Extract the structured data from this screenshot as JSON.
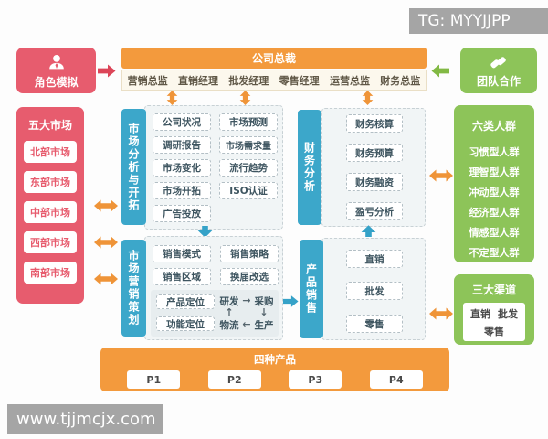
{
  "watermarks": {
    "top_right": "TG: MYYJJPP",
    "bottom_left": "www.tjjmcjx.com"
  },
  "colors": {
    "orange": "#f39a3d",
    "orange-arrow": "#ef9438",
    "red": "#e75c6e",
    "red-arrow": "#dc4558",
    "green": "#8dc459",
    "green-arrow": "#82b944",
    "blue": "#3ca7ca",
    "blue-arrow": "#35a2c8",
    "panel-bg": "#f1f5f6",
    "panel-border": "#c8d1d5",
    "item-border": "#b3bfc5",
    "item-text": "#3e5560",
    "manager-bg": "#fcf8ed",
    "manager-border": "#eadfc6",
    "manager-text": "#5f5746",
    "watermark-gray": "#a5a5a5"
  },
  "top": {
    "president": "公司总裁",
    "managers": [
      "营销总监",
      "直销经理",
      "批发经理",
      "零售经理",
      "运营总监",
      "财务总监"
    ]
  },
  "left": {
    "role": {
      "label": "角色模拟",
      "icon": "person-icon"
    },
    "markets": {
      "title": "五大市场",
      "items": [
        "北部市场",
        "东部市场",
        "中部市场",
        "西部市场",
        "南部市场"
      ]
    }
  },
  "right": {
    "team": {
      "label": "团队合作",
      "icon": "handshake-icon"
    },
    "groups": {
      "title": "六类人群",
      "items": [
        "习惯型人群",
        "理智型人群",
        "冲动型人群",
        "经济型人群",
        "情感型人群",
        "不定型人群"
      ]
    },
    "channels": {
      "title": "三大渠道",
      "items": [
        "直销",
        "批发",
        "零售"
      ]
    }
  },
  "panels": {
    "analysis": {
      "tab": "市场分析与开拓",
      "col1": [
        "公司状况",
        "调研报告",
        "市场变化",
        "市场开拓",
        "广告投放"
      ],
      "col2": [
        "市场预测",
        "市场需求量",
        "流行趋势",
        "ISO认证"
      ]
    },
    "finance": {
      "tab": "财务分析",
      "items": [
        "财务核算",
        "财务预算",
        "财务融资",
        "盈亏分析"
      ]
    },
    "planning": {
      "tab": "市场营销策划",
      "items": [
        "销售模式",
        "销售策略",
        "销售区域",
        "换届改选"
      ],
      "positioning": [
        "产品定位",
        "功能定位"
      ],
      "cycle": {
        "tl": "研发",
        "tr": "采购",
        "br": "生产",
        "bl": "物流",
        "arrow_top": "→",
        "arrow_right": "↓",
        "arrow_bottom": "←",
        "arrow_left": "↑"
      }
    },
    "sales": {
      "tab": "产品销售",
      "items": [
        "直销",
        "批发",
        "零售"
      ]
    }
  },
  "bottom": {
    "products": {
      "title": "四种产品",
      "items": [
        "P1",
        "P2",
        "P3",
        "P4"
      ]
    }
  }
}
